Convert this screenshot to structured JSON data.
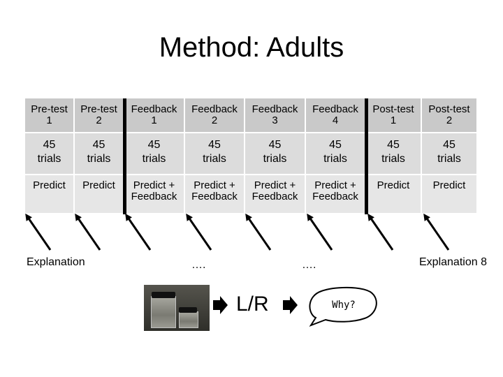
{
  "title": "Method: Adults",
  "table": {
    "headers": [
      [
        "Pre-test",
        "1"
      ],
      [
        "Pre-test",
        "2"
      ],
      [
        "Feedback",
        "1"
      ],
      [
        "Feedback",
        "2"
      ],
      [
        "Feedback",
        "3"
      ],
      [
        "Feedback",
        "4"
      ],
      [
        "Post-test",
        "1"
      ],
      [
        "Post-test",
        "2"
      ]
    ],
    "trials": [
      [
        "45",
        "trials"
      ],
      [
        "45",
        "trials"
      ],
      [
        "45",
        "trials"
      ],
      [
        "45",
        "trials"
      ],
      [
        "45",
        "trials"
      ],
      [
        "45",
        "trials"
      ],
      [
        "45",
        "trials"
      ],
      [
        "45",
        "trials"
      ]
    ],
    "conditions": [
      [
        "Predict",
        ""
      ],
      [
        "Predict",
        ""
      ],
      [
        "Predict +",
        "Feedback"
      ],
      [
        "Predict +",
        "Feedback"
      ],
      [
        "Predict +",
        "Feedback"
      ],
      [
        "Predict +",
        "Feedback"
      ],
      [
        "Predict",
        ""
      ],
      [
        "Predict",
        ""
      ]
    ]
  },
  "labels": {
    "explanation_left": "Explanation",
    "ellipsis_1": "….",
    "ellipsis_2": "….",
    "explanation_right": "Explanation 8"
  },
  "bottom": {
    "lr": "L/R",
    "bubble": "Why?"
  },
  "colors": {
    "header_bg": "#c9c9c9",
    "cell_bg": "#dcdcdc",
    "separator": "#000000"
  }
}
